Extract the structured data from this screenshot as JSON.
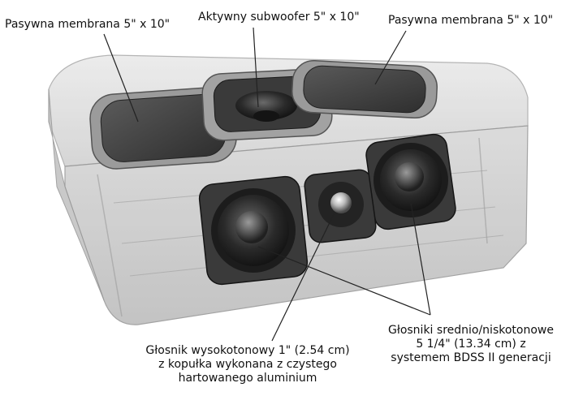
{
  "labels": {
    "passive_left": "Pasywna membrana 5\" x 10\"",
    "subwoofer": "Aktywny subwoofer 5\" x 10\"",
    "passive_right": "Pasywna membrana 5\" x 10\"",
    "tweeter": [
      "Głosnik wysokotonowy 1\" (2.54 cm)",
      "z kopułka wykonana z czystego",
      "hartowanego aluminium"
    ],
    "midrange": [
      "Głosniki srednio/niskotonowe",
      "5 1/4\" (13.34 cm) z",
      "systemem BDSS II generacji"
    ]
  },
  "colors": {
    "enclosure": "#cfcfcf",
    "driver_dark": "#2c2c2c",
    "frame": "#8a8a8a",
    "leader": "#222222"
  }
}
